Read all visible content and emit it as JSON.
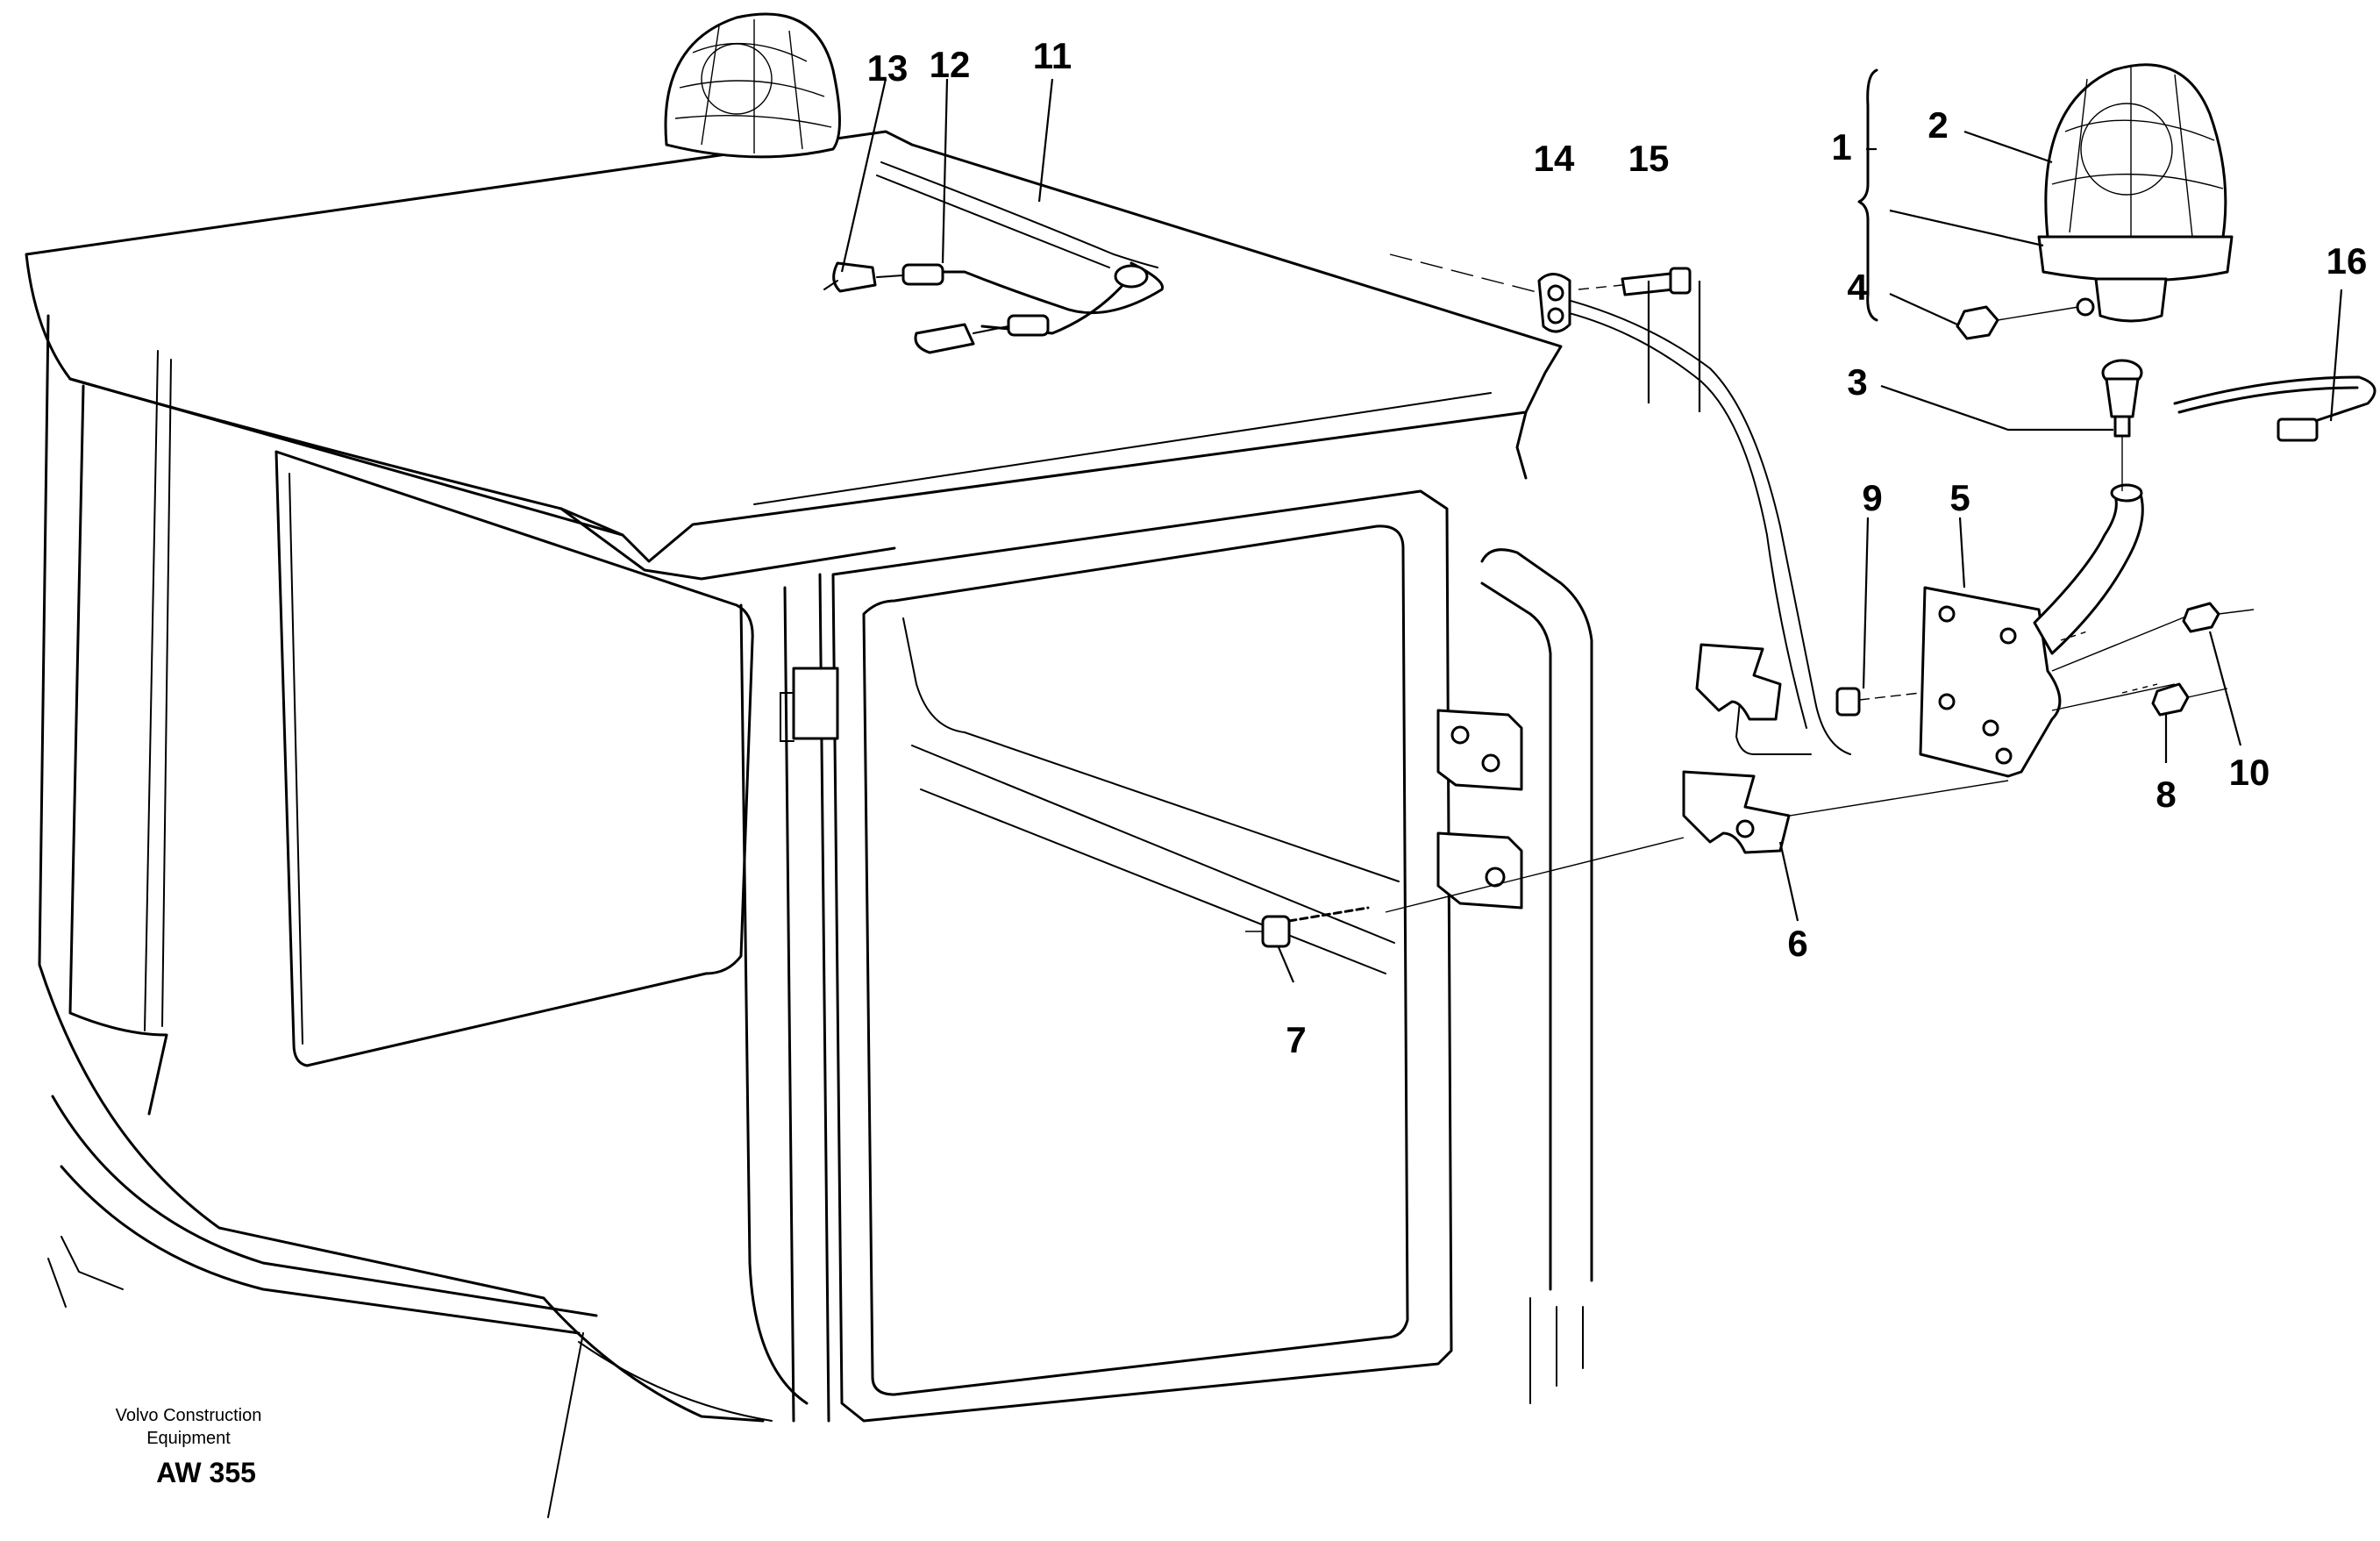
{
  "callouts": [
    "1",
    "2",
    "3",
    "4",
    "5",
    "6",
    "7",
    "8",
    "9",
    "10",
    "11",
    "12",
    "13",
    "14",
    "15",
    "16"
  ],
  "caption": {
    "line1": "Volvo Construction",
    "line2": "Equipment",
    "code": "AW 355"
  },
  "colors": {
    "ink": "#000000",
    "paper": "#ffffff"
  }
}
